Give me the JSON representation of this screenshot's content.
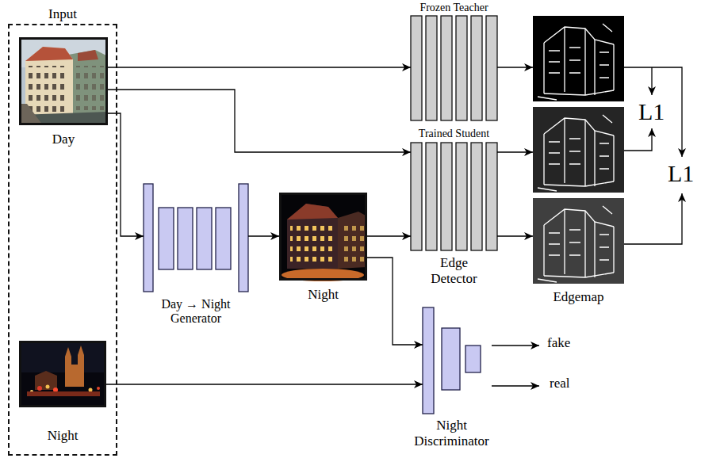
{
  "diagram": {
    "nodes": [
      {
        "text": [
          "Input"
        ]
      },
      {
        "text": [
          "Day"
        ],
        "in": 0
      },
      {
        "text": [
          "Night"
        ],
        "in": 0
      },
      {
        "text": [
          "Frozen Teacher"
        ]
      },
      {
        "text": []
      },
      {
        "text": [
          "Trained Student",
          "Edge Detector"
        ]
      },
      {
        "text": []
      },
      {
        "text": [
          "Day → Night Generator"
        ]
      },
      {
        "text": [
          "Night"
        ]
      },
      {
        "text": [
          "Edgemap"
        ]
      },
      {
        "text": [
          "Night Discriminator"
        ]
      }
    ],
    "edges": [
      {
        "from": 1,
        "to": 3,
        "arrow": "to"
      },
      {
        "from": 1,
        "to": 5,
        "arrow": "to"
      },
      {
        "from": 1,
        "to": 7,
        "arrow": "to"
      },
      {
        "from": 7,
        "to": 8,
        "arrow": "to"
      },
      {
        "from": 8,
        "to": 5,
        "arrow": "to"
      },
      {
        "from": 8,
        "to": 10,
        "arrow": "to"
      },
      {
        "from": 2,
        "to": 10,
        "arrow": "to"
      },
      {
        "from": 3,
        "to": 4,
        "arrow": "to"
      },
      {
        "from": 5,
        "to": 6,
        "arrow": "to"
      },
      {
        "from": 5,
        "to": 9,
        "arrow": "to"
      }
    ],
    "labels": [
      "L1",
      "L1",
      "fake",
      "real"
    ]
  }
}
